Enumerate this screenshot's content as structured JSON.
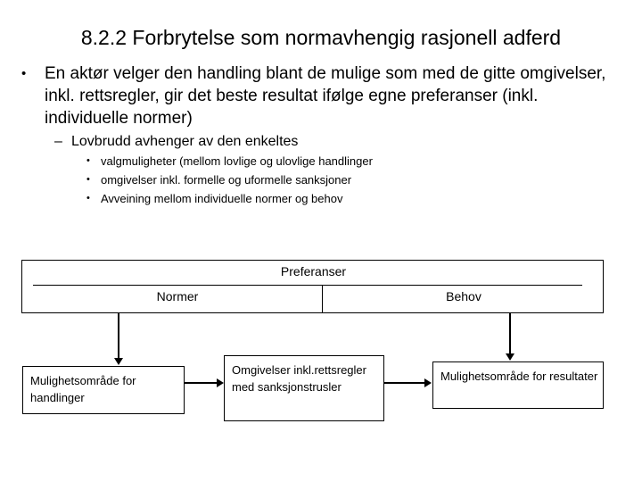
{
  "slide": {
    "title": "8.2.2 Forbrytelse som normavhengig rasjonell adferd",
    "bullets": {
      "level1_marker": "•",
      "level2_marker": "–",
      "level3_marker": "•",
      "level1": "En aktør velger den handling blant de mulige som med de gitte omgivelser, inkl. rettsregler, gir det beste resultat ifølge egne preferanser (inkl. individuelle normer)",
      "level2": "Lovbrudd avhenger av den enkeltes",
      "level3": [
        "valgmuligheter (mellom lovlige og ulovlige handlinger",
        "omgivelser inkl. formelle og uformelle sanksjoner",
        "Avveining mellom individuelle normer og behov"
      ]
    },
    "diagram": {
      "preferanser": {
        "title": "Preferanser",
        "left_cell": "Normer",
        "right_cell": "Behov"
      },
      "boxes": [
        {
          "id": "handlinger",
          "text": "Mulighetsområde for handlinger"
        },
        {
          "id": "omgivelser",
          "text": "Omgivelser inkl.rettsregler med sanksjonstrusler"
        },
        {
          "id": "resultater",
          "text": "Mulighetsområde for resultater"
        }
      ]
    },
    "colors": {
      "background": "#ffffff",
      "text": "#000000",
      "line": "#000000"
    }
  }
}
